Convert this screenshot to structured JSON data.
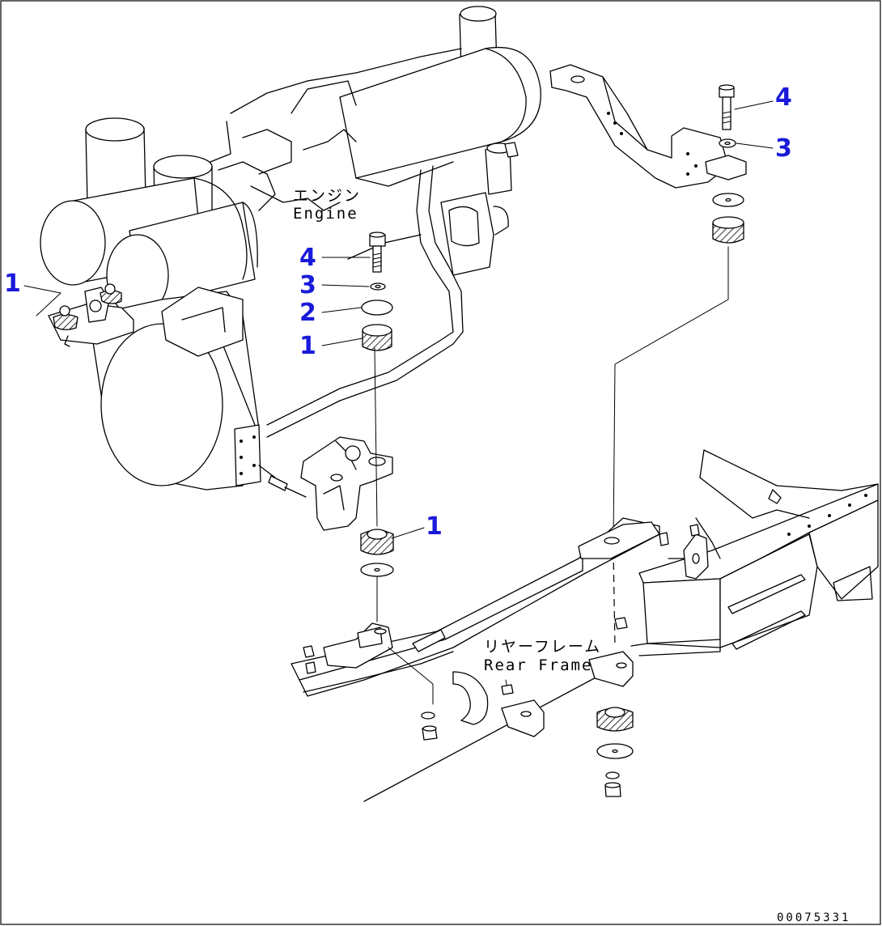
{
  "labels": {
    "engine_jp": "エンジン",
    "engine_en": "Engine",
    "frame_jp": "リヤーフレーム",
    "frame_en": "Rear Frame",
    "drawing_code": "00075331"
  },
  "callouts": [
    {
      "id": "c1",
      "text": "1"
    },
    {
      "id": "c2",
      "text": "4"
    },
    {
      "id": "c3",
      "text": "3"
    },
    {
      "id": "c4",
      "text": "2"
    },
    {
      "id": "c5",
      "text": "1"
    },
    {
      "id": "c6",
      "text": "1"
    },
    {
      "id": "c7",
      "text": "4"
    },
    {
      "id": "c8",
      "text": "3"
    }
  ],
  "colors": {
    "callout": "#1a1adb",
    "line": "#000000"
  }
}
